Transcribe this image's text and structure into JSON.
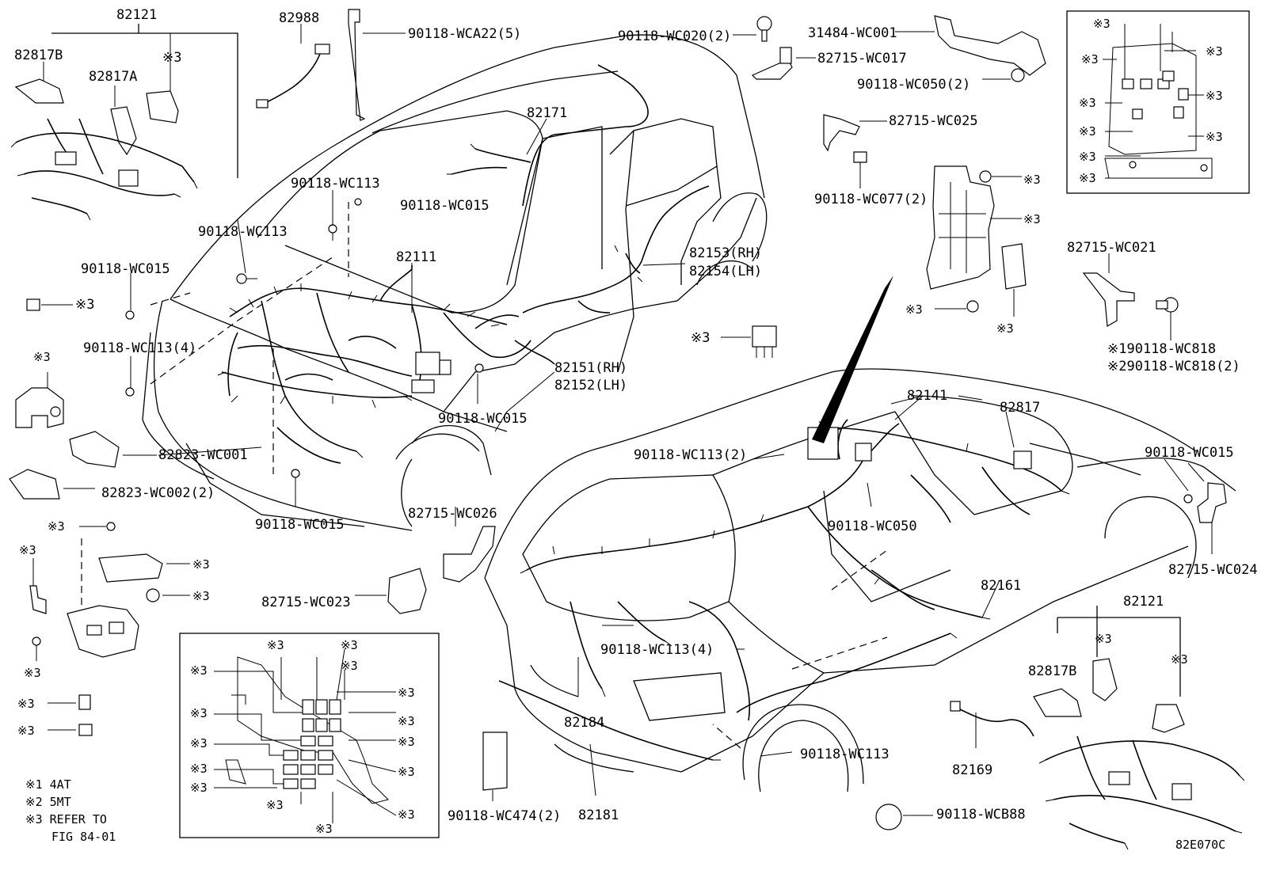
{
  "diagram": {
    "reference_code": "82E070C",
    "callouts": [
      "82121",
      "82817B",
      "82817A",
      "※3",
      "82988",
      "90118-WCA22(5)",
      "90118-WC020(2)",
      "31484-WC001",
      "82715-WC017",
      "90118-WC050(2)",
      "82171",
      "82715-WC025",
      "90118-WC077(2)",
      "90118-WC113",
      "90118-WC015",
      "90118-WC113",
      "82111",
      "90118-WC015",
      "82153(RH)",
      "82154(LH)",
      "※3",
      "90118-WC113(4)",
      "82151(RH)",
      "82152(LH)",
      "※3",
      "82715-WC021",
      "※190118-WC818",
      "※290118-WC818(2)",
      "90118-WC015",
      "82823-WC001",
      "82823-WC002(2)",
      "90118-WC015",
      "82141",
      "82817",
      "90118-WC113(2)",
      "90118-WC015",
      "90118-WC050",
      "82715-WC024",
      "82715-WC026",
      "82715-WC023",
      "82161",
      "82121",
      "82817B",
      "90118-WC113(4)",
      "82184",
      "90118-WC113",
      "82169",
      "90118-WC474(2)",
      "82181",
      "90118-WCB88"
    ],
    "inset_callouts": {
      "top_right": [
        "※3",
        "※3",
        "※3",
        "※3",
        "※3",
        "※3",
        "※3",
        "※3",
        "※3"
      ],
      "bottom_left": [
        "※3",
        "※3",
        "※3",
        "※3",
        "※3",
        "※3",
        "※3",
        "※3",
        "※3",
        "※3",
        "※3",
        "※3",
        "※3",
        "※3",
        "※3"
      ],
      "small_parts": [
        "※3",
        "※3",
        "※3",
        "※3",
        "※3",
        "※3",
        "※3",
        "※3",
        "※3",
        "※3",
        "※3",
        "※3",
        "※3",
        "※3"
      ]
    },
    "legend": {
      "note1": "※1 4AT",
      "note2": "※2 5MT",
      "note3_line1": "※3 REFER TO",
      "note3_line2": "FIG 84-01"
    }
  }
}
